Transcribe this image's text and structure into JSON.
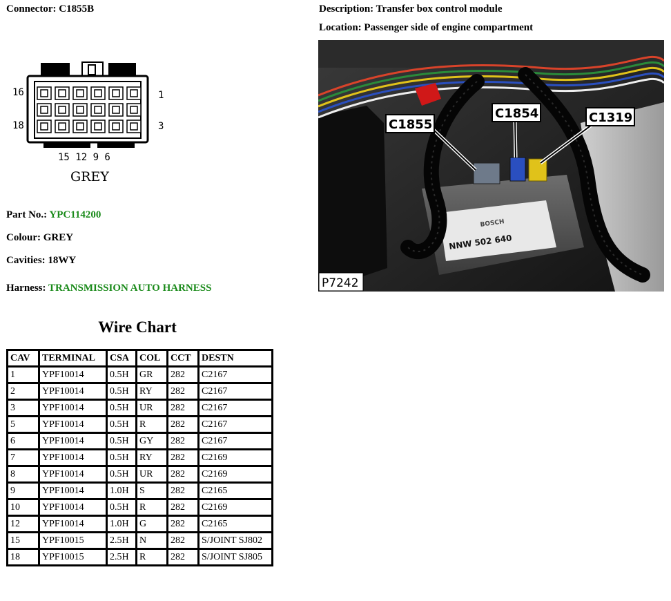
{
  "header": {
    "connector_label": "Connector:",
    "connector_value": "C1855B",
    "description_label": "Description:",
    "description_value": "Transfer box control module",
    "location_label": "Location:",
    "location_value": "Passenger side of engine compartment"
  },
  "diagram": {
    "pin_left_top": "16",
    "pin_left_bottom": "18",
    "pin_right_top": "1",
    "pin_right_bottom": "3",
    "bottom_pins": "15 12 9 6",
    "color_caption": "GREY"
  },
  "photo": {
    "callouts": [
      "C1855",
      "C1854",
      "C1319"
    ],
    "ref": "P7242",
    "module_text": "NNW 502 640",
    "brand_text": "BOSCH"
  },
  "details": {
    "part_label": "Part No.:",
    "part_value": "YPC114200",
    "colour_label": "Colour:",
    "colour_value": "GREY",
    "cavities_label": "Cavities:",
    "cavities_value": "18WY",
    "harness_label": "Harness:",
    "harness_value": "TRANSMISSION AUTO HARNESS"
  },
  "wire_chart": {
    "title": "Wire Chart",
    "columns": [
      "CAV",
      "TERMINAL",
      "CSA",
      "COL",
      "CCT",
      "DESTN"
    ],
    "rows": [
      [
        "1",
        "YPF10014",
        "0.5H",
        "GR",
        "282",
        "C2167"
      ],
      [
        "2",
        "YPF10014",
        "0.5H",
        "RY",
        "282",
        "C2167"
      ],
      [
        "3",
        "YPF10014",
        "0.5H",
        "UR",
        "282",
        "C2167"
      ],
      [
        "5",
        "YPF10014",
        "0.5H",
        "R",
        "282",
        "C2167"
      ],
      [
        "6",
        "YPF10014",
        "0.5H",
        "GY",
        "282",
        "C2167"
      ],
      [
        "7",
        "YPF10014",
        "0.5H",
        "RY",
        "282",
        "C2169"
      ],
      [
        "8",
        "YPF10014",
        "0.5H",
        "UR",
        "282",
        "C2169"
      ],
      [
        "9",
        "YPF10014",
        "1.0H",
        "S",
        "282",
        "C2165"
      ],
      [
        "10",
        "YPF10014",
        "0.5H",
        "R",
        "282",
        "C2169"
      ],
      [
        "12",
        "YPF10014",
        "1.0H",
        "G",
        "282",
        "C2165"
      ],
      [
        "15",
        "YPF10015",
        "2.5H",
        "N",
        "282",
        "S/JOINT SJ802"
      ],
      [
        "18",
        "YPF10015",
        "2.5H",
        "R",
        "282",
        "S/JOINT SJ805"
      ]
    ]
  },
  "colors": {
    "accent_green": "#1a8a1a"
  }
}
